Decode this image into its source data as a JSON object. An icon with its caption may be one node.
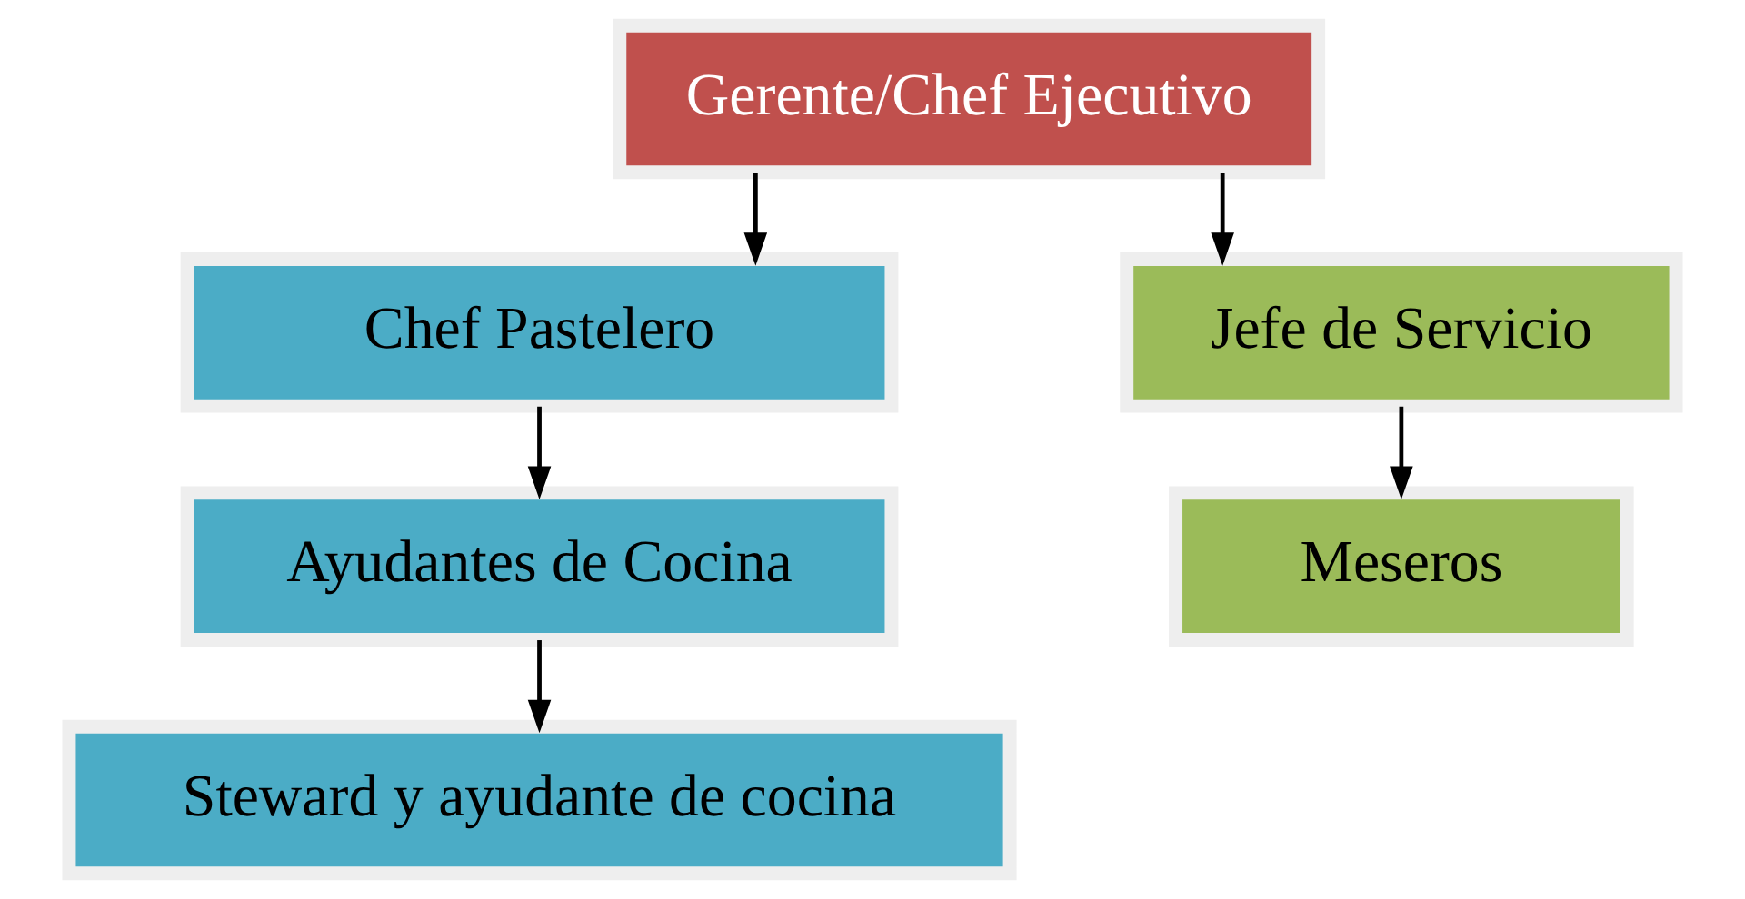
{
  "diagram": {
    "nodes": [
      {
        "text": [
          "Gerente/Chef Ejecutivo"
        ]
      },
      {
        "text": [
          "Chef Pastelero"
        ]
      },
      {
        "text": [
          "Jefe de Servicio"
        ]
      },
      {
        "text": [
          "Ayudantes de Cocina"
        ]
      },
      {
        "text": [
          "Meseros"
        ]
      },
      {
        "text": [
          "Steward y ayudante de cocina"
        ]
      }
    ],
    "edges": [
      {
        "from": 0,
        "to": 1,
        "arrow": "to"
      },
      {
        "from": 0,
        "to": 2,
        "arrow": "to"
      },
      {
        "from": 1,
        "to": 3,
        "arrow": "to"
      },
      {
        "from": 3,
        "to": 5,
        "arrow": "to"
      },
      {
        "from": 2,
        "to": 4,
        "arrow": "to"
      }
    ]
  }
}
